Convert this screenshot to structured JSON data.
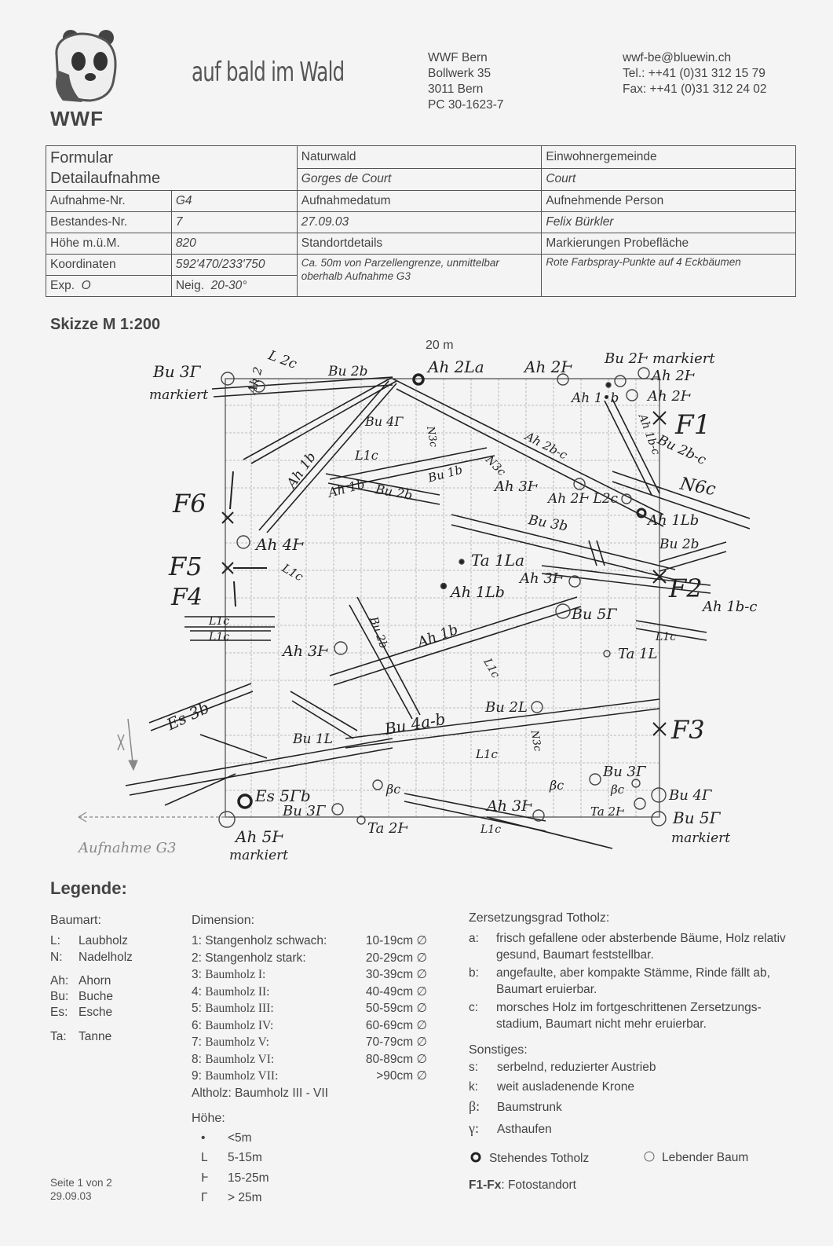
{
  "header": {
    "logo_text": "WWF",
    "slogan": "auf bald im Wald",
    "address": [
      "WWF Bern",
      "Bollwerk 35",
      "3011 Bern",
      "PC 30-1623-7"
    ],
    "contact": [
      "wwf-be@bluewin.ch",
      "Tel.: ++41 (0)31 312 15 79",
      "Fax: ++41 (0)31 312 24 02"
    ]
  },
  "form": {
    "title_line1": "Formular",
    "title_line2": "Detailaufnahme",
    "naturwald_label": "Naturwald",
    "naturwald_value": "Gorges de Court",
    "gemeinde_label": "Einwohnergemeinde",
    "gemeinde_value": "Court",
    "aufnahme_nr_label": "Aufnahme-Nr.",
    "aufnahme_nr_value": "G4",
    "datum_label": "Aufnahmedatum",
    "datum_value": "27.09.03",
    "person_label": "Aufnehmende Person",
    "person_value": "Felix Bürkler",
    "bestandes_label": "Bestandes-Nr.",
    "bestandes_value": "7",
    "hoehe_label": "Höhe m.ü.M.",
    "hoehe_value": "820",
    "standort_label": "Standortdetails",
    "markierung_label": "Markierungen Probefläche",
    "koord_label": "Koordinaten",
    "koord_value": "592'470/233'750",
    "standort_value": "Ca. 50m von Parzellengrenze, unmittelbar oberhalb Aufnahme G3",
    "markierung_value": "Rote Farbspray-Punkte auf 4 Eckbäumen",
    "exp_label": "Exp.",
    "exp_value": "O",
    "neig_label": "Neig.",
    "neig_value": "20-30°"
  },
  "sketch": {
    "title": "Skizze M 1:200",
    "scale_label": "20 m",
    "labels": {
      "bu3r_top": "Bu 3Γ",
      "markiert_top_left": "markiert",
      "ah_top_left": "Ah 2",
      "l2c": "L 2c",
      "bu2b": "Bu 2b",
      "ah2la": "Ah 2La",
      "ah2r_top": "Ah 2Ͱ",
      "bu2r_markiert": "Bu 2Ͱ markiert",
      "ah2r_b": "Ah 2Ͱ",
      "ah2r_c": "Ah 2Ͱ",
      "ah1b_top": "Ah 1•b",
      "f1": "F1",
      "bu4r": "Bu 4Γ",
      "n3c_a": "N3c",
      "ah1b_diag": "Ah 1b",
      "l1c_a": "L1c",
      "bu1b": "Bu 1b",
      "n3c_b": "N3c",
      "ah2b_c": "Ah 2b-c",
      "ah1b_c_vert": "Ah 1b-c",
      "bu2b_c": "Bu 2b-c",
      "n6c": "N6c",
      "ah1b_left": "Ah 1b",
      "bu2b_mid": "Bu 2b",
      "ah3r_a": "Ah 3Ͱ",
      "ah2r_l2c": "Ah 2Ͱ L2c",
      "ah1lb_right": "Ah 1Lb",
      "f6": "F6",
      "bu3b": "Bu 3b",
      "bu2b_right": "Bu 2b",
      "ah4r": "Ah 4Ͱ",
      "f5": "F5",
      "l1c_b": "L1c",
      "ta1la": "Ta 1La",
      "ah3r_b": "Ah 3Ͱ",
      "f2": "F2",
      "ah1b_c_right": "Ah 1b-c",
      "f4": "F4",
      "ah1lb": "Ah 1Lb",
      "bu5r_mid": "Bu 5Γ",
      "l1c_c": "L1c",
      "l1c_d": "L1c",
      "bu2b_lower": "Bu 2b",
      "ah1b_lower": "Ah 1b",
      "l1c_e": "L1c",
      "ta1l": "Ta 1L",
      "ah3r_c": "Ah 3Ͱ",
      "l1c_f": "L1c",
      "es3b": "Es 3b",
      "bu2l": "Bu 2L",
      "f3": "F3",
      "bu4a_b": "Bu 4a-b",
      "bu1l": "Bu 1L",
      "n3c_c": "N3c",
      "l1c_g": "L1c",
      "bu3r_bottom": "Bu 3Γ",
      "bc_a": "βc",
      "bc_b": "βc",
      "bc_c": "βc",
      "bu4r_right": "Bu 4Γ",
      "es5rb": "Es 5Γb",
      "bu3r_b2": "Bu 3Γ",
      "ah3r_d": "Ah 3Ͱ",
      "ta2r_a": "Ta 2Ͱ",
      "bu5r_right": "Bu 5Γ",
      "markiert_right": "markiert",
      "ah5r": "Ah 5Ͱ",
      "markiert_bottom": "markiert",
      "ta2r_b": "Ta 2Ͱ",
      "l1c_h": "L1c",
      "aufnahme_g3": "Aufnahme G3"
    }
  },
  "legend": {
    "title": "Legende:",
    "baumart_title": "Baumart:",
    "baumart": [
      {
        "code": "L:",
        "name": "Laubholz"
      },
      {
        "code": "N:",
        "name": "Nadelholz"
      },
      {
        "code": "Ah:",
        "name": "Ahorn"
      },
      {
        "code": "Bu:",
        "name": "Buche"
      },
      {
        "code": "Es:",
        "name": "Esche"
      },
      {
        "code": "Ta:",
        "name": "Tanne"
      }
    ],
    "dimension_title": "Dimension:",
    "dimension": [
      {
        "num": "1:",
        "name": "Stangenholz schwach:",
        "range": "10-19cm ∅"
      },
      {
        "num": "2:",
        "name": "Stangenholz stark:",
        "range": "20-29cm ∅"
      },
      {
        "num": "3:",
        "name": "Baumholz I:",
        "range": "30-39cm ∅"
      },
      {
        "num": "4:",
        "name": "Baumholz II:",
        "range": "40-49cm ∅"
      },
      {
        "num": "5:",
        "name": "Baumholz III:",
        "range": "50-59cm ∅"
      },
      {
        "num": "6:",
        "name": "Baumholz IV:",
        "range": "60-69cm ∅"
      },
      {
        "num": "7:",
        "name": "Baumholz V:",
        "range": "70-79cm ∅"
      },
      {
        "num": "8:",
        "name": "Baumholz VI:",
        "range": "80-89cm ∅"
      },
      {
        "num": "9:",
        "name": "Baumholz VII:",
        "range": ">90cm ∅"
      }
    ],
    "altholz": "Altholz: Baumholz III - VII",
    "hoehe_title": "Höhe:",
    "hoehe": [
      {
        "symbol": "•",
        "range": "<5m"
      },
      {
        "symbol": "L",
        "range": "5-15m"
      },
      {
        "symbol": "Ͱ",
        "range": "15-25m"
      },
      {
        "symbol": "Γ",
        "range": "> 25m"
      }
    ],
    "zersetzung_title": "Zersetzungsgrad Totholz:",
    "zersetzung": [
      {
        "code": "a:",
        "text": "frisch gefallene oder absterbende Bäume, Holz relativ gesund, Baumart feststellbar."
      },
      {
        "code": "b:",
        "text": "angefaulte, aber kompakte Stämme, Rinde fällt ab, Baumart eruierbar."
      },
      {
        "code": "c:",
        "text": "morsches Holz im fortgeschrittenen Zersetzungs-stadium, Baumart nicht mehr eruierbar."
      }
    ],
    "sonstiges_title": "Sonstiges:",
    "sonstiges": [
      {
        "code": "s:",
        "text": "serbelnd, reduzierter Austrieb"
      },
      {
        "code": "k:",
        "text": "weit ausladenende Krone"
      },
      {
        "code": "β:",
        "text": "Baumstrunk"
      },
      {
        "code": "γ:",
        "text": "Asthaufen"
      }
    ],
    "stehendes_totholz": "Stehendes Totholz",
    "lebender_baum": "Lebender Baum",
    "fotostandort_code": "F1-Fx",
    "fotostandort_text": ": Fotostandort"
  },
  "footer": {
    "page": "Seite 1 von 2",
    "date": "29.09.03"
  }
}
